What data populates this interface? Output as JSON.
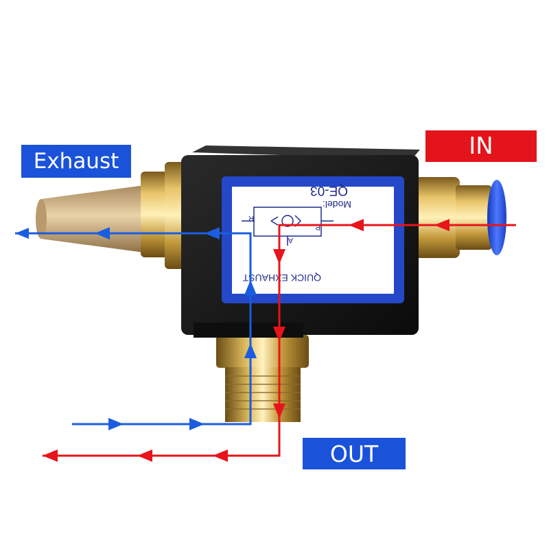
{
  "labels": {
    "exhaust": "Exhaust",
    "in": "IN",
    "out": "OUT"
  },
  "valve_label": {
    "model_caption": "Model:",
    "model": "QE-03",
    "name": "QUICK EXHAUST",
    "port_r": "R",
    "port_p": "P",
    "port_a": "A"
  },
  "colors": {
    "inflow_arrow": "#e8141b",
    "exhaust_arrow": "#1a5de0",
    "tag_blue": "#1a52d9",
    "tag_red": "#e3141b",
    "valve_body": "#151515",
    "brass": "#c9a24a",
    "silencer": "#d6b98a",
    "fitting_blue": "#2a55e6"
  },
  "icons": {
    "flow_arrow": "arrow-head-icon",
    "valve_symbol": "check-valve-symbol-icon"
  }
}
